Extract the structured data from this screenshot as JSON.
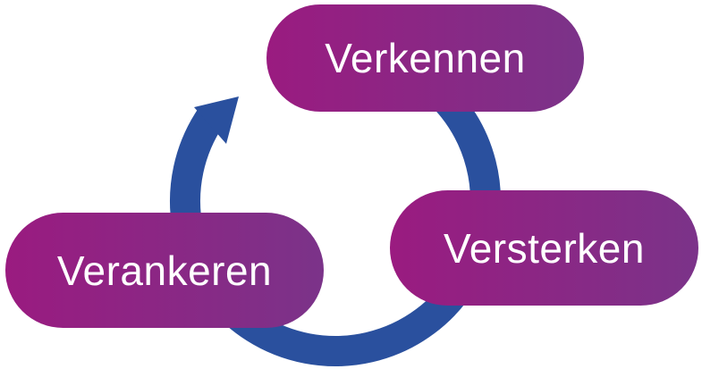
{
  "diagram": {
    "type": "cycle",
    "direction": "clockwise",
    "nodes": [
      {
        "label": "Verkennen"
      },
      {
        "label": "Versterken"
      },
      {
        "label": "Verankeren"
      }
    ],
    "colors": {
      "node_gradient_start": "#9a1b80",
      "node_gradient_end": "#7b3389",
      "node_text": "#ffffff",
      "arrow": "#2a509e",
      "background": "#ffffff"
    }
  }
}
